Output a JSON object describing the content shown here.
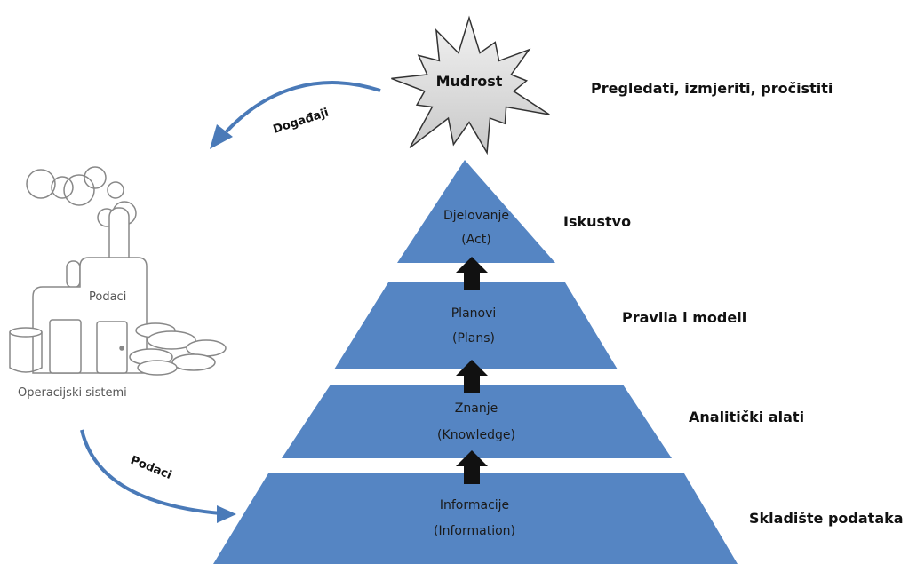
{
  "star": {
    "label": "Mudrost"
  },
  "side_labels": {
    "top": "Pregledati, izmjeriti, pročistiti",
    "level1": "Iskustvo",
    "level2": "Pravila i modeli",
    "level3": "Analitički alati",
    "level4": "Skladište podataka"
  },
  "levels": [
    {
      "line1": "Djelovanje",
      "line2": "(Act)"
    },
    {
      "line1": "Planovi",
      "line2": "(Plans)"
    },
    {
      "line1": "Znanje",
      "line2": "(Knowledge)"
    },
    {
      "line1": "Informacije",
      "line2": "(Information)"
    }
  ],
  "arcs": {
    "events": "Događaji",
    "data": "Podaci"
  },
  "factory": {
    "label": "Podaci",
    "caption": "Operacijski sistemi"
  },
  "colors": {
    "pyramid": "#5585c3",
    "arrow": "#111111",
    "arc": "#4a7ab8",
    "star_fill": "#dcdcdc"
  }
}
